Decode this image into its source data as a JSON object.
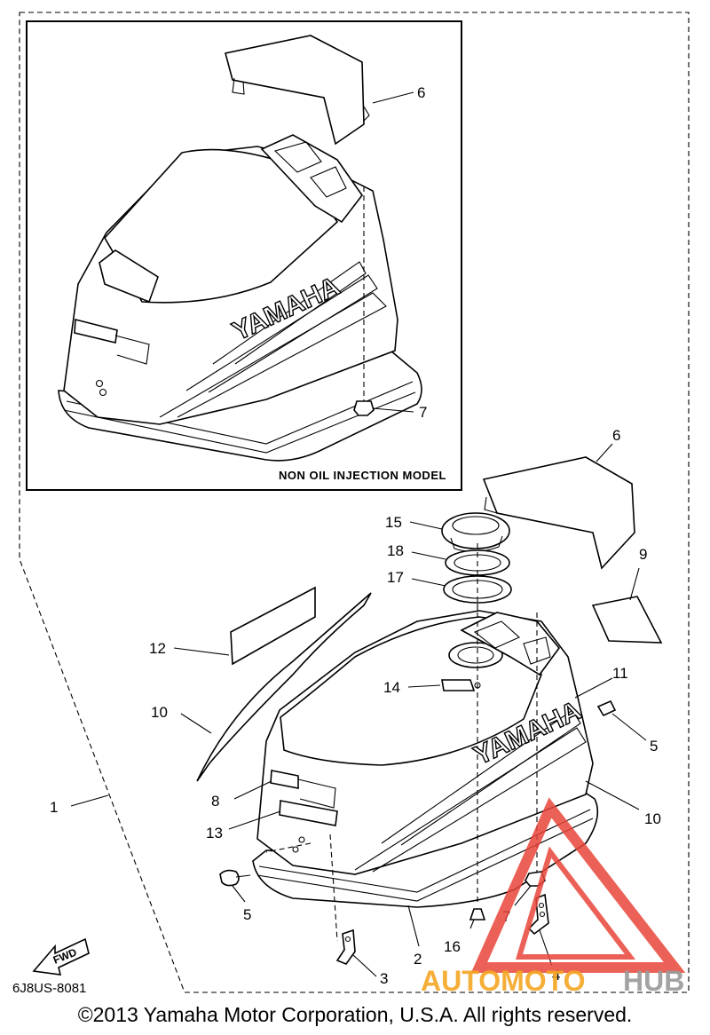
{
  "inset": {
    "caption": "NON OIL INJECTION MODEL",
    "yamaha_text": "YAMAHA",
    "callouts": [
      "6",
      "7"
    ]
  },
  "main": {
    "yamaha_text": "YAMAHA",
    "callouts": [
      "1",
      "2",
      "3",
      "4",
      "5",
      "5",
      "6",
      "7",
      "8",
      "9",
      "10",
      "10",
      "11",
      "12",
      "13",
      "14",
      "15",
      "16",
      "17",
      "18"
    ]
  },
  "fwd_label": "FWD",
  "diagram_code": "6J8US-8081",
  "watermark": {
    "part1": "AUTOMOTO",
    "part2": "HUB"
  },
  "copyright": "©2013 Yamaha Motor Corporation, U.S.A. All rights reserved.",
  "colors": {
    "line": "#000000",
    "watermark_red": "#e8463a",
    "watermark_orange": "#f5a623",
    "watermark_gray": "#9a9a9a"
  }
}
